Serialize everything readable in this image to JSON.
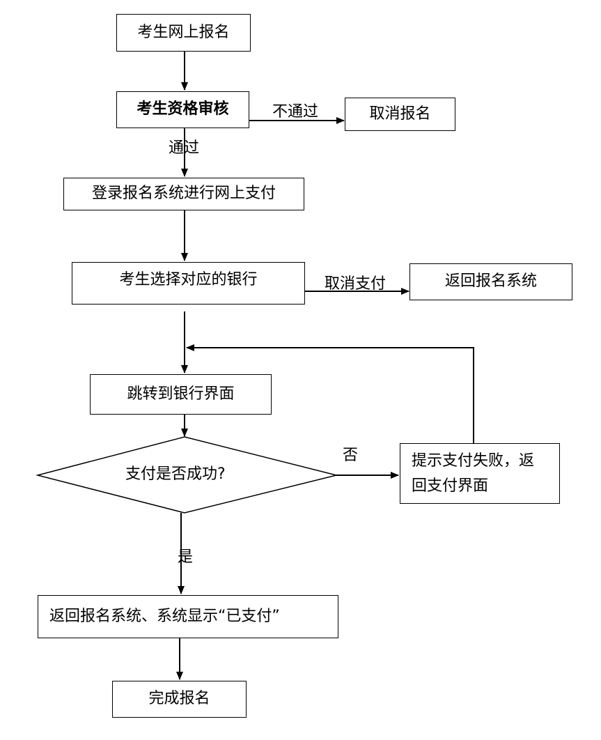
{
  "nodes": {
    "start": "考生网上报名",
    "review": "考生资格审核",
    "cancel_registration": "取消报名",
    "login_pay": "登录报名系统进行网上支付",
    "choose_bank": "考生选择对应的银行",
    "return_system": "返回报名系统",
    "bank_page": "跳转到银行界面",
    "decision": "支付是否成功?",
    "fail_line1": "提示支付失败，返",
    "fail_line2": "回支付界面",
    "success": "返回报名系统、系统显示“已支付”",
    "done": "完成报名"
  },
  "edges": {
    "not_passed": "不通过",
    "passed": "通过",
    "cancel_payment": "取消支付",
    "no": "否",
    "yes": "是"
  }
}
